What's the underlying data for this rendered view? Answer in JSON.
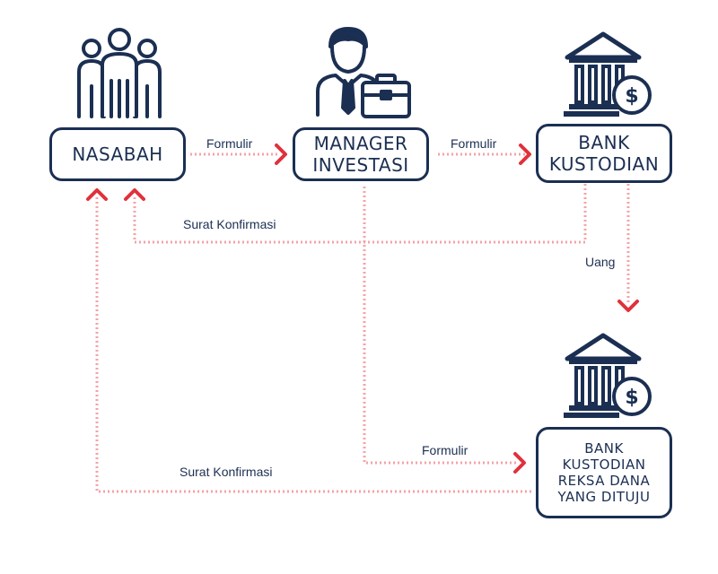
{
  "nodes": {
    "nasabah": {
      "label": "NASABAH"
    },
    "manager": {
      "line1": "MANAGER",
      "line2": "INVESTASI"
    },
    "bank_kustodian": {
      "line1": "BANK",
      "line2": "KUSTODIAN"
    },
    "bank_tujuan": {
      "line1": "BANK",
      "line2": "KUSTODIAN",
      "line3": "REKSA DANA",
      "line4": "YANG DITUJU"
    }
  },
  "edges": {
    "formulir_1": "Formulir",
    "formulir_2": "Formulir",
    "formulir_3": "Formulir",
    "surat_konfirmasi_1": "Surat Konfirmasi",
    "surat_konfirmasi_2": "Surat Konfirmasi",
    "uang": "Uang"
  },
  "icons": {
    "people": "people-group-icon",
    "businessman": "businessman-briefcase-icon",
    "bank": "bank-dollar-icon"
  },
  "colors": {
    "navy": "#1b2f52",
    "arrow": "#e0313c",
    "dotted": "#f4a3a8"
  }
}
